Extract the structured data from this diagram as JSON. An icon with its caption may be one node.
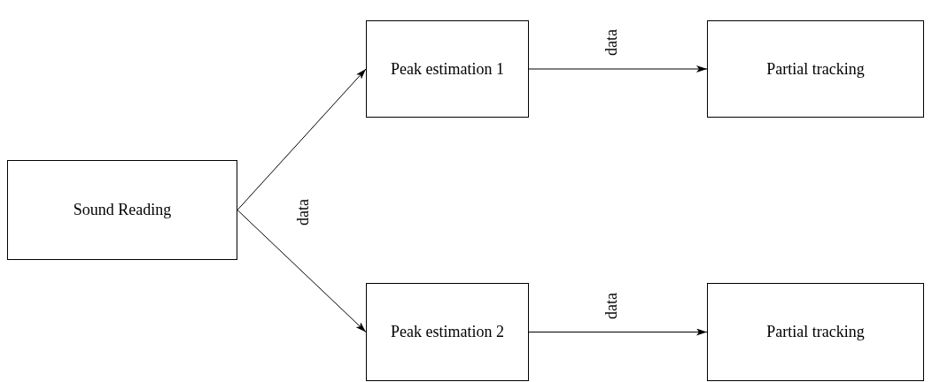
{
  "diagram": {
    "nodes": [
      {
        "text": [
          "Sound Reading"
        ]
      },
      {
        "text": [
          "Peak estimation 1"
        ]
      },
      {
        "text": [
          "Partial tracking"
        ]
      },
      {
        "text": [
          "Peak estimation 2"
        ]
      },
      {
        "text": [
          "Partial tracking"
        ]
      }
    ],
    "edges": [
      {
        "from": 0,
        "to": 1,
        "arrow": "to"
      },
      {
        "from": 1,
        "to": 2,
        "arrow": "to",
        "label": "data"
      },
      {
        "from": 0,
        "to": 3,
        "arrow": "to"
      },
      {
        "from": 3,
        "to": 4,
        "arrow": "to",
        "label": "data"
      }
    ],
    "labels": [
      "data"
    ]
  }
}
